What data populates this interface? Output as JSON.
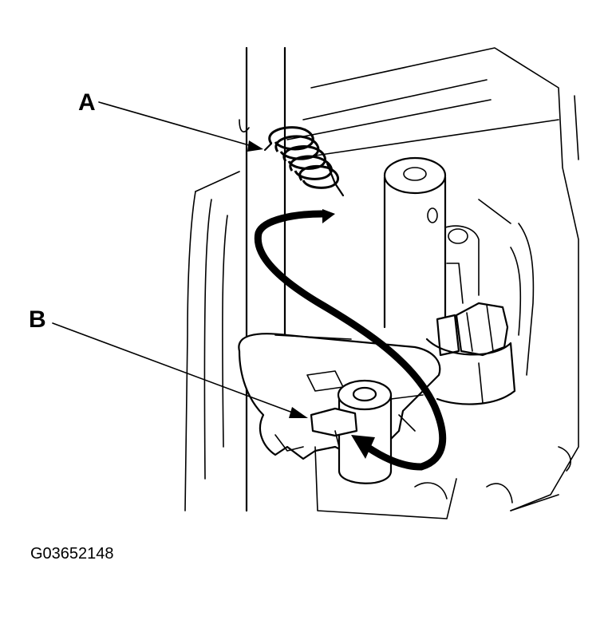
{
  "diagram": {
    "callouts": [
      {
        "id": "a",
        "label": "A"
      },
      {
        "id": "b",
        "label": "B"
      }
    ],
    "figure_id": "G03652148",
    "colors": {
      "ink": "#000000",
      "paper": "#ffffff"
    },
    "icons": [
      "spring-icon",
      "rotation-arrow-icon"
    ]
  }
}
